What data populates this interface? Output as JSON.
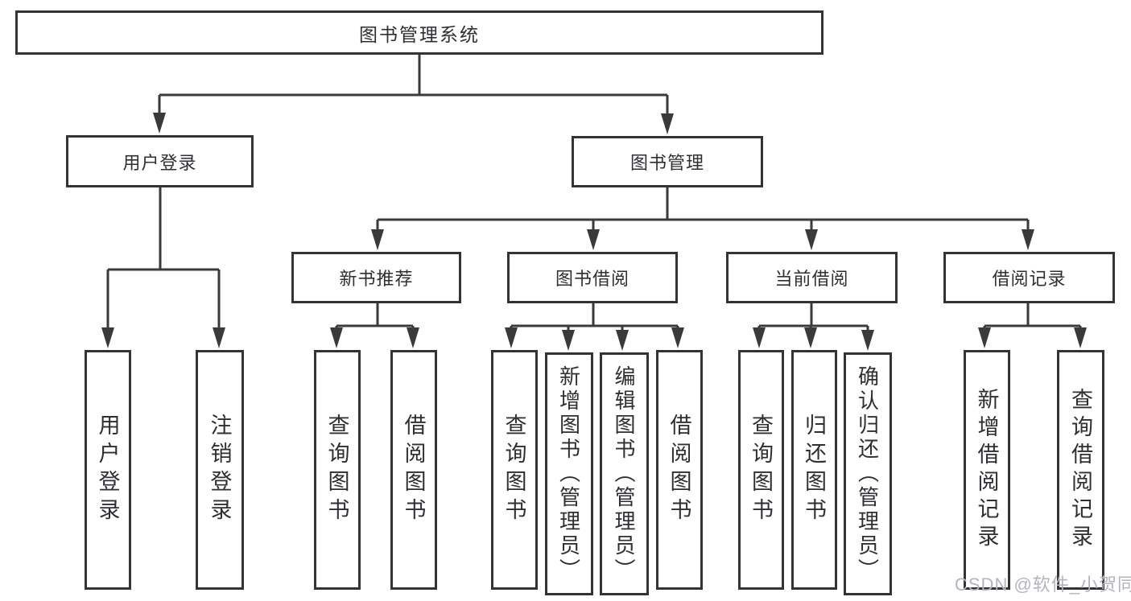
{
  "tree": {
    "label": "图书管理系统",
    "children": [
      {
        "label": "用户登录",
        "children": [
          {
            "label": "用户登录"
          },
          {
            "label": "注销登录"
          }
        ]
      },
      {
        "label": "图书管理",
        "children": [
          {
            "label": "新书推荐",
            "children": [
              {
                "label": "查询图书"
              },
              {
                "label": "借阅图书"
              }
            ]
          },
          {
            "label": "图书借阅",
            "children": [
              {
                "label": "查询图书"
              },
              {
                "label": "新增图书（管理员）"
              },
              {
                "label": "编辑图书（管理员）"
              },
              {
                "label": "借阅图书"
              }
            ]
          },
          {
            "label": "当前借阅",
            "children": [
              {
                "label": "查询图书"
              },
              {
                "label": "归还图书"
              },
              {
                "label": "确认归还（管理员）"
              }
            ]
          },
          {
            "label": "借阅记录",
            "children": [
              {
                "label": "新增借阅记录"
              },
              {
                "label": "查询借阅记录"
              }
            ]
          }
        ]
      }
    ]
  },
  "watermark": "CSDN @软件_小贺同学",
  "colors": {
    "line": "#3a3a3a",
    "box_border": "#333333",
    "text": "#2f2f33",
    "background": "#ffffff",
    "watermark": "#b4b4bd"
  }
}
